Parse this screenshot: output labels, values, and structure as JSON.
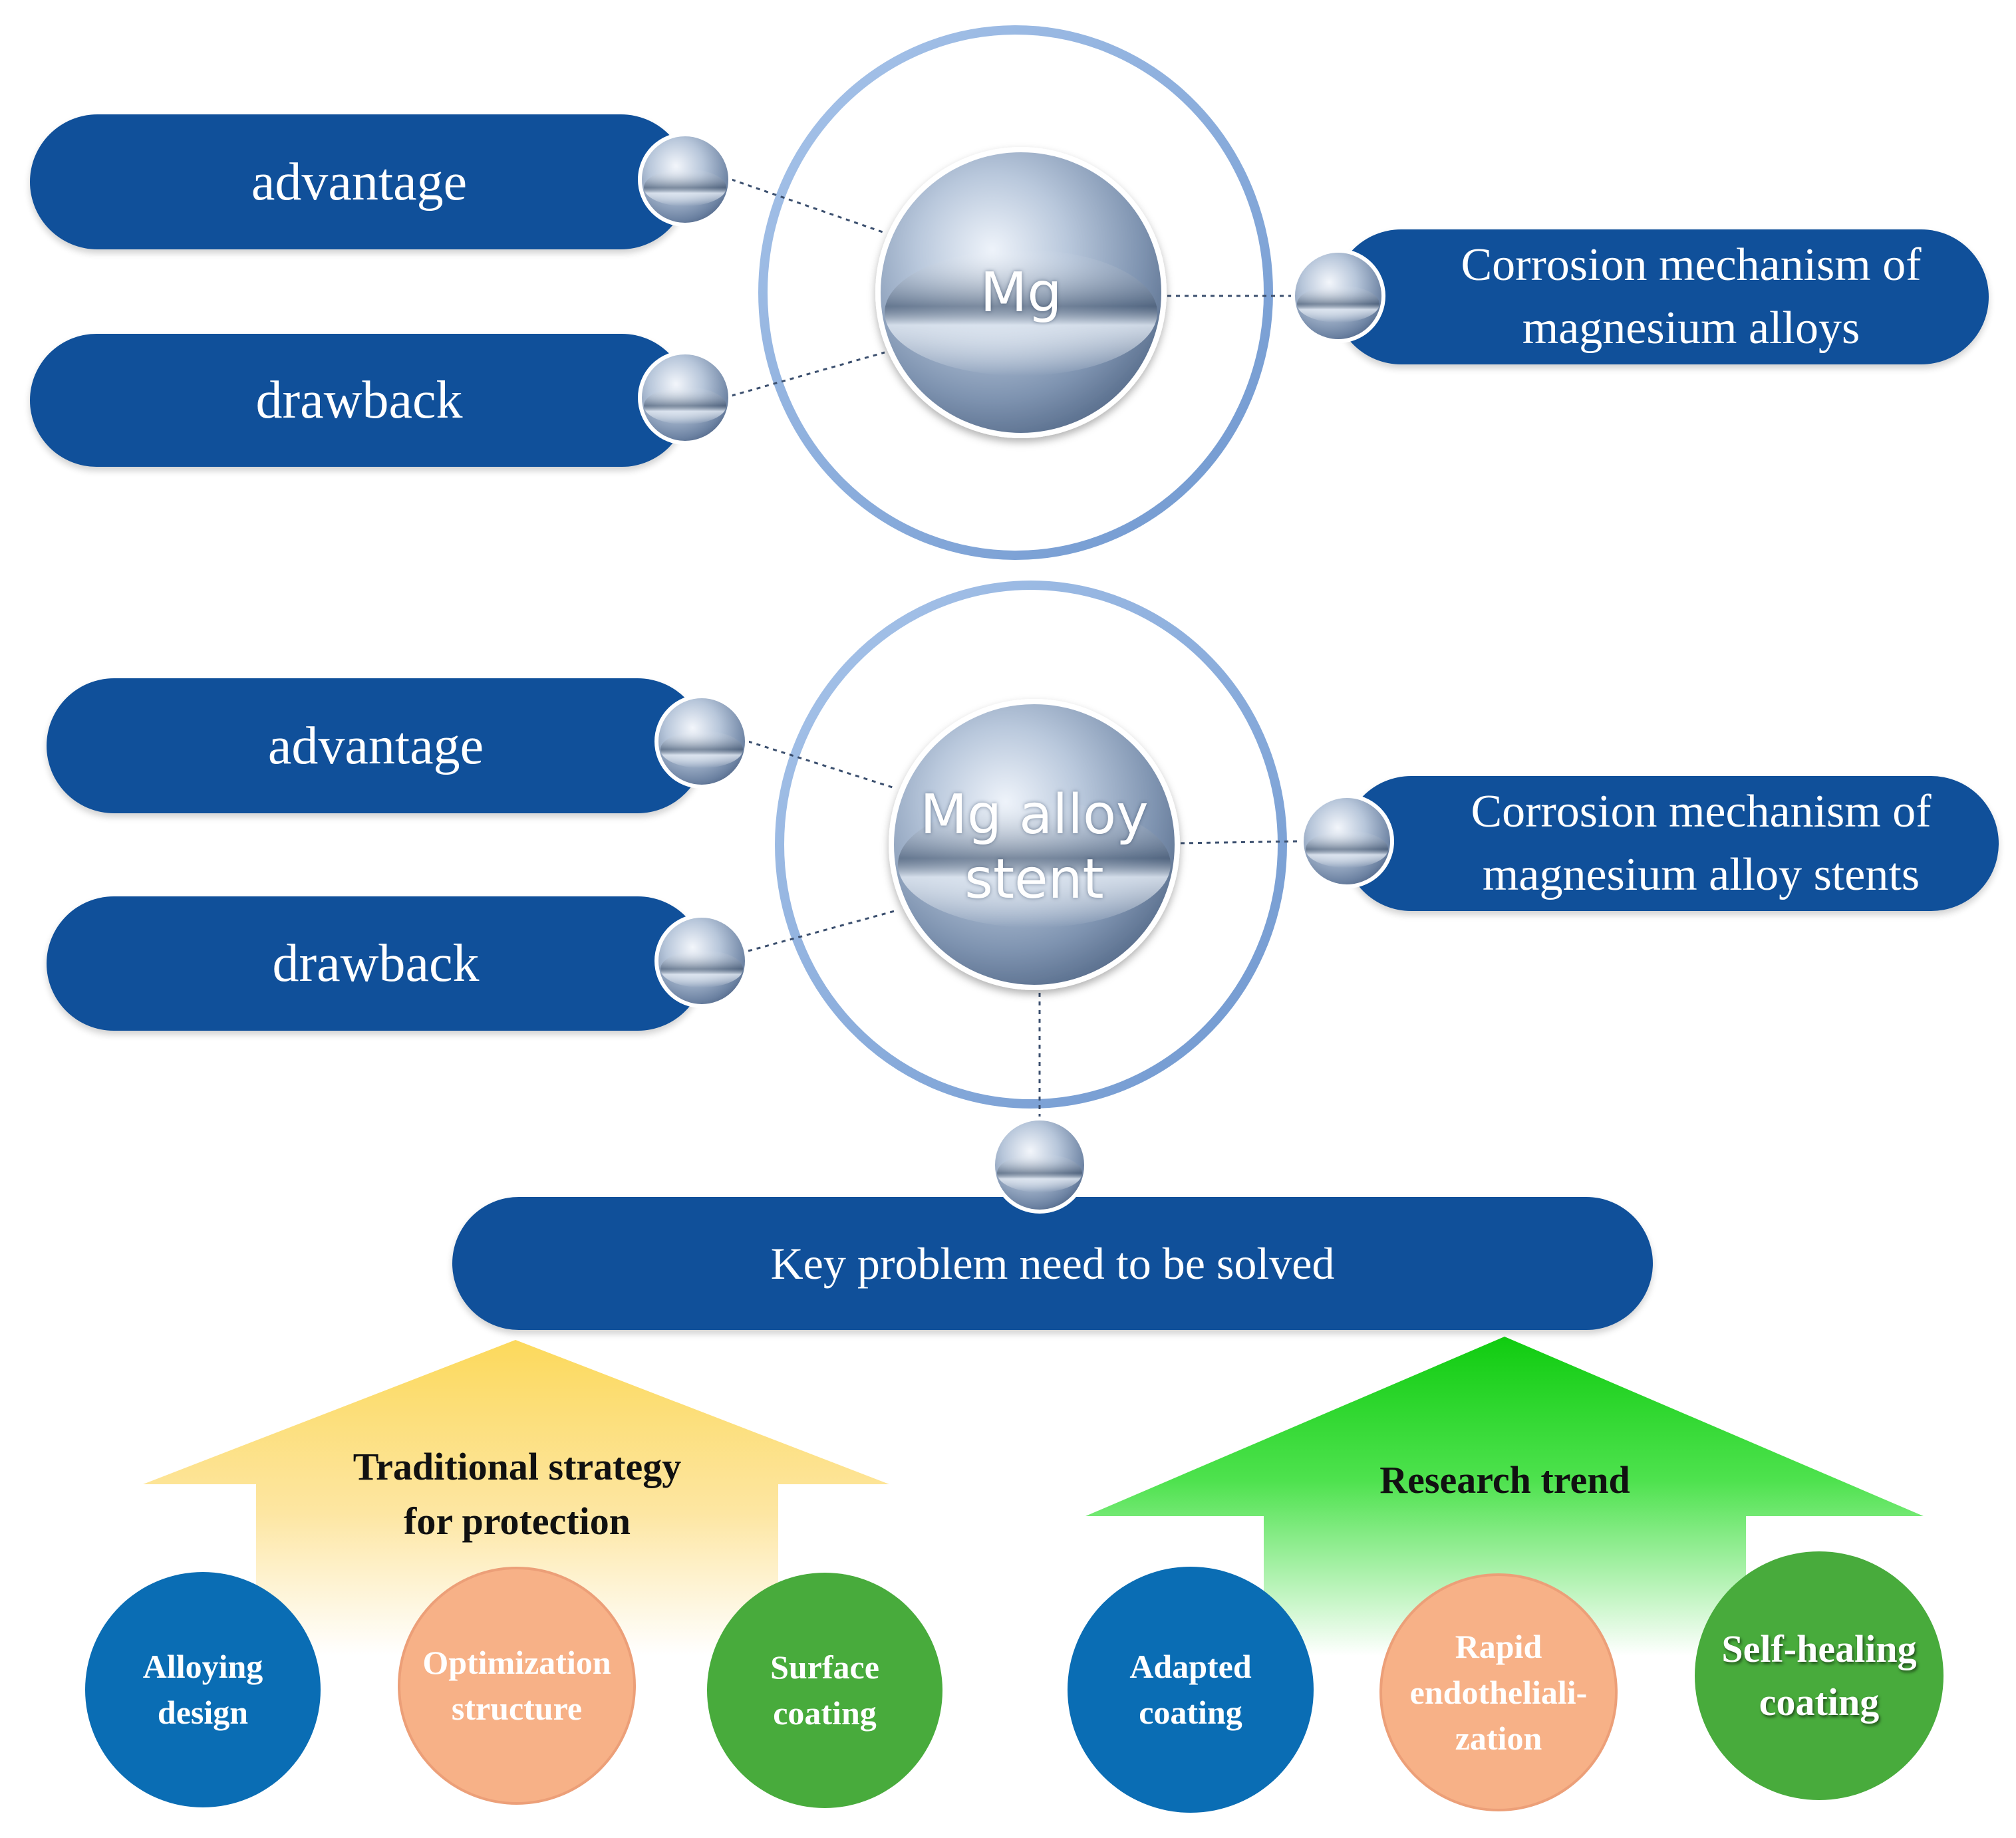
{
  "top_group": {
    "center_label": "Mg",
    "advantage_label": "advantage",
    "drawback_label": "drawback",
    "mechanism_line1": "Corrosion mechanism of",
    "mechanism_line2": "magnesium alloys"
  },
  "middle_group": {
    "center_line1": "Mg alloy",
    "center_line2": "stent",
    "advantage_label": "advantage",
    "drawback_label": "drawback",
    "mechanism_line1": "Corrosion mechanism of",
    "mechanism_line2": "magnesium alloy stents"
  },
  "key_problem": "Key problem need to be solved",
  "traditional": {
    "title_line1": "Traditional strategy",
    "title_line2": "for protection",
    "items": [
      {
        "line1": "Alloying",
        "line2": "design"
      },
      {
        "line1": "Optimization",
        "line2": "structure"
      },
      {
        "line1": "Surface",
        "line2": "coating"
      }
    ]
  },
  "trend": {
    "title": "Research trend",
    "items": [
      {
        "line1": "Adapted",
        "line2": "coating"
      },
      {
        "line1": "Rapid",
        "line2": "endotheliali-",
        "line3": "zation"
      },
      {
        "line1": "Self-healing",
        "line2": "coating"
      }
    ]
  },
  "colors": {
    "pill_blue": "#10509a",
    "ring_blue": "#8aafe0",
    "yellow_arrow": "#fcd95c",
    "green_arrow": "#19d219",
    "circle_blue": "#0a6db4",
    "circle_orange": "#f7b187",
    "circle_green": "#48ab3c"
  }
}
